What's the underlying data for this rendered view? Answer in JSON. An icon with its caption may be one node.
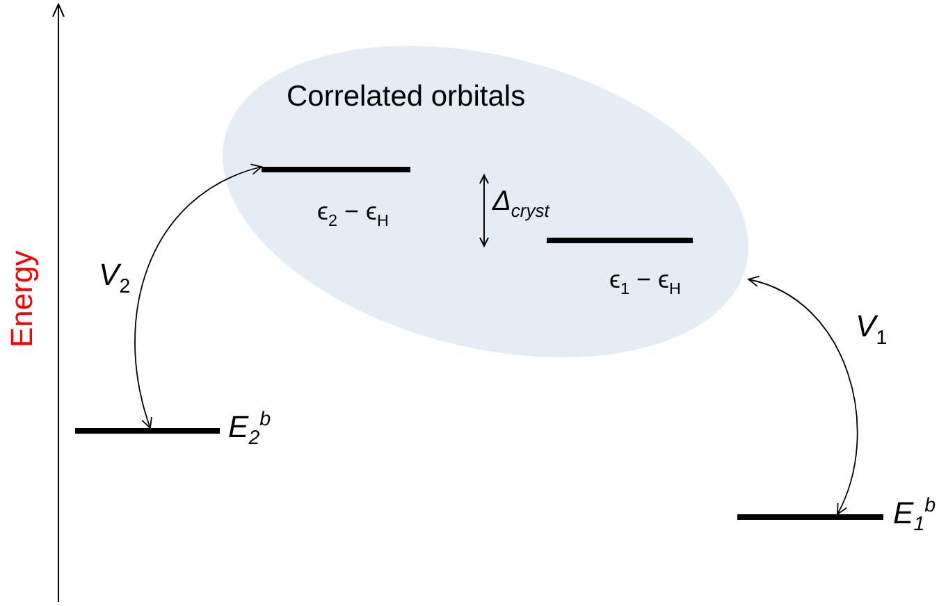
{
  "diagram": {
    "nodes": [
      {
        "text": [
          "Correlated orbitals"
        ]
      },
      {
        "text": [
          "ϵ$_{2}$ − ϵ$_{H}$"
        ],
        "in": 0
      },
      {
        "text": [
          "ϵ$_{1}$ − ϵ$_{H}$"
        ],
        "in": 0
      },
      {
        "text": [
          "E$_{2}$$^{b}$"
        ]
      },
      {
        "text": [
          "E$_{1}$$^{b}$"
        ]
      }
    ],
    "edges": [
      {
        "from": 3,
        "to": 1,
        "arrow": "both",
        "label": "*V*$_{2}$"
      },
      {
        "from": 2,
        "to": 4,
        "arrow": "both",
        "label": "*V*$_{1}$"
      }
    ],
    "labels": [
      "Energy",
      "Δ$_{cryst}$"
    ]
  }
}
